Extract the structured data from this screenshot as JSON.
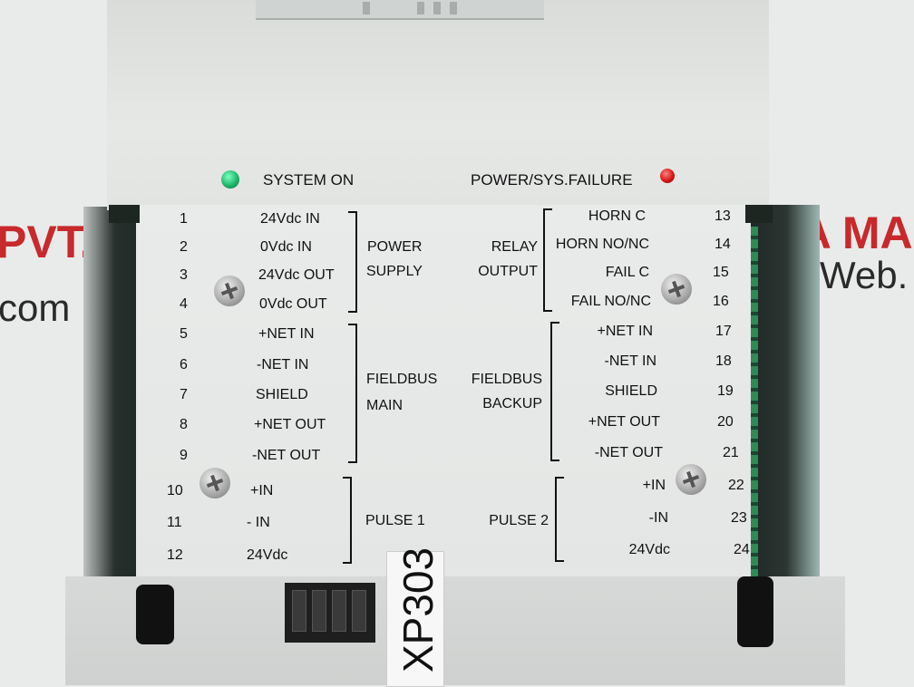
{
  "watermark": {
    "left_1": "PVT.",
    "left_2": "com",
    "right_1": "YA MA",
    "right_2": "Web."
  },
  "device": {
    "model_label": "XP303",
    "indicators": {
      "system_on": "SYSTEM ON",
      "failure": "POWER/SYS.FAILURE",
      "system_on_color": "#1fb86a",
      "failure_color": "#d81818"
    },
    "groups": {
      "power_supply": [
        "POWER",
        "SUPPLY"
      ],
      "relay_output": [
        "RELAY",
        "OUTPUT"
      ],
      "fieldbus_main": [
        "FIELDBUS",
        "MAIN"
      ],
      "fieldbus_backup": [
        "FIELDBUS",
        "BACKUP"
      ],
      "pulse_1": "PULSE 1",
      "pulse_2": "PULSE 2"
    },
    "left_terminals": [
      {
        "num": "1",
        "label": "24Vdc IN"
      },
      {
        "num": "2",
        "label": "0Vdc IN"
      },
      {
        "num": "3",
        "label": "24Vdc OUT"
      },
      {
        "num": "4",
        "label": "0Vdc OUT"
      },
      {
        "num": "5",
        "label": "+NET IN"
      },
      {
        "num": "6",
        "label": "-NET IN"
      },
      {
        "num": "7",
        "label": "SHIELD"
      },
      {
        "num": "8",
        "label": "+NET OUT"
      },
      {
        "num": "9",
        "label": "-NET OUT"
      },
      {
        "num": "10",
        "label": "+IN"
      },
      {
        "num": "11",
        "label": "- IN"
      },
      {
        "num": "12",
        "label": "24Vdc"
      }
    ],
    "right_terminals": [
      {
        "num": "13",
        "label": "HORN C"
      },
      {
        "num": "14",
        "label": "HORN NO/NC"
      },
      {
        "num": "15",
        "label": "FAIL C"
      },
      {
        "num": "16",
        "label": "FAIL NO/NC"
      },
      {
        "num": "17",
        "label": "+NET IN"
      },
      {
        "num": "18",
        "label": "-NET IN"
      },
      {
        "num": "19",
        "label": "SHIELD"
      },
      {
        "num": "20",
        "label": "+NET OUT"
      },
      {
        "num": "21",
        "label": "-NET OUT"
      },
      {
        "num": "22",
        "label": "+IN"
      },
      {
        "num": "23",
        "label": "-IN"
      },
      {
        "num": "24",
        "label": "24Vdc"
      }
    ]
  }
}
